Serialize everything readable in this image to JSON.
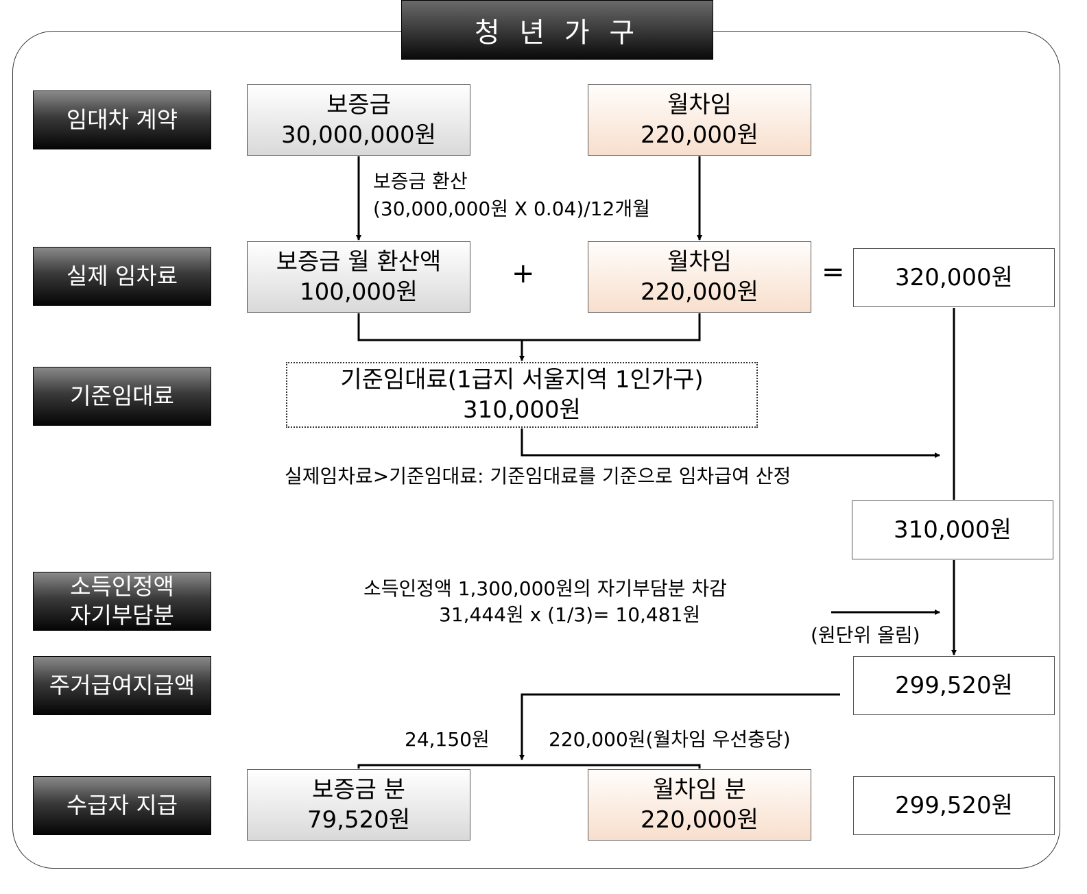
{
  "title": "청 년 가 구",
  "labels": {
    "lease": "임대차 계약",
    "actual_rent": "실제 임차료",
    "standard_rent": "기준임대료",
    "income_line1": "소득인정액",
    "income_line2": "자기부담분",
    "benefit": "주거급여지급액",
    "payment": "수급자 지급"
  },
  "lease": {
    "deposit_title": "보증금",
    "deposit_value": "30,000,000원",
    "monthly_title": "월차임",
    "monthly_value": "220,000원"
  },
  "conversion": {
    "line1": "보증금 환산",
    "line2": "(30,000,000원 X 0.04)/12개월"
  },
  "actual": {
    "converted_title": "보증금 월 환산액",
    "converted_value": "100,000원",
    "plus": "+",
    "monthly_title": "월차임",
    "monthly_value": "220,000원",
    "equals": "=",
    "total": "320,000원"
  },
  "standard": {
    "title": "기준임대료(1급지 서울지역 1인가구)",
    "value": "310,000원",
    "note": "실제임차료>기준임대료: 기준임대료를 기준으로 임차급여 산정",
    "result": "310,000원"
  },
  "income": {
    "line1": "소득인정액 1,300,000원의 자기부담분 차감",
    "line2": "31,444원 x (1/3)= 10,481원",
    "rounding": "(원단위 올림)"
  },
  "benefit": {
    "value": "299,520원",
    "split_left": "24,150원",
    "split_right": "220,000원(월차임 우선충당)"
  },
  "payment": {
    "deposit_title": "보증금 분",
    "deposit_value": "79,520원",
    "monthly_title": "월차임 분",
    "monthly_value": "220,000원",
    "total": "299,520원"
  }
}
